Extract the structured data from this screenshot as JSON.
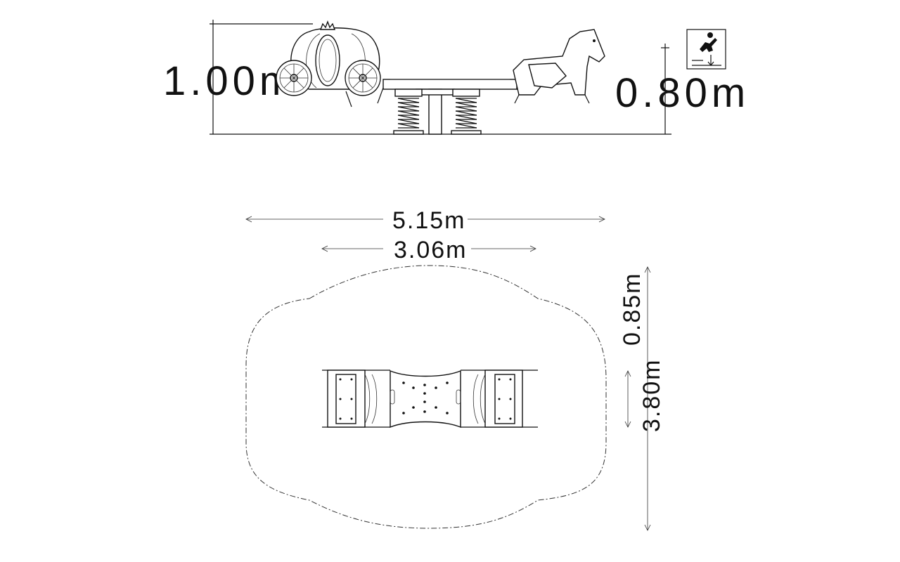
{
  "elevation": {
    "total_height_label": "1.00m",
    "fall_height_label": "0.80m",
    "pictogram": "fall-height-pictogram-icon"
  },
  "plan": {
    "safety_length_label": "5.15m",
    "equipment_length_label": "3.06m",
    "side_clearance_label": "0.85m",
    "safety_width_label": "3.80m"
  }
}
